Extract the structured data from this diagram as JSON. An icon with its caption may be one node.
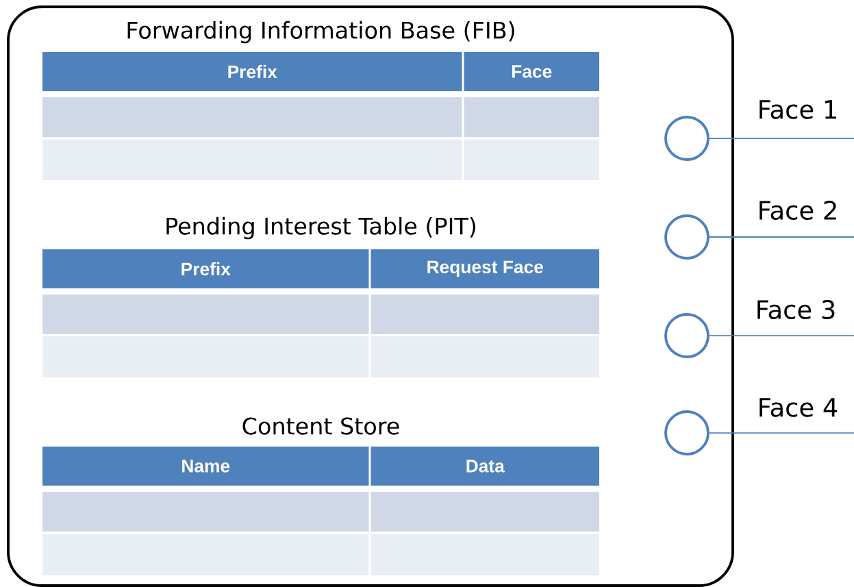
{
  "diagram": {
    "nodes": [
      {
        "text": [],
        "shape": "box"
      },
      {
        "text": [
          "Forwarding Information Base (FIB)",
          "Prefix",
          "Face"
        ],
        "in": 0
      },
      {
        "text": [
          "Pending Interest Table (PIT)",
          "Prefix",
          "Request Face"
        ],
        "in": 0
      },
      {
        "text": [
          "Content Store",
          "Name",
          "Data"
        ],
        "in": 0
      },
      {
        "text": [],
        "shape": "circle",
        "beside": [
          "Face 1"
        ],
        "in": 0
      },
      {
        "text": [],
        "shape": "circle",
        "beside": [
          "Face 2"
        ],
        "in": 0
      },
      {
        "text": [],
        "shape": "circle",
        "beside": [
          "Face 3"
        ],
        "in": 0
      },
      {
        "text": [],
        "shape": "circle",
        "beside": [
          "Face 4"
        ],
        "in": 0
      }
    ],
    "edges": [
      {
        "from": 4,
        "to": null,
        "arrow": "none"
      },
      {
        "from": 5,
        "to": null,
        "arrow": "none"
      },
      {
        "from": 6,
        "to": null,
        "arrow": "none"
      },
      {
        "from": 7,
        "to": null,
        "arrow": "none"
      }
    ]
  }
}
